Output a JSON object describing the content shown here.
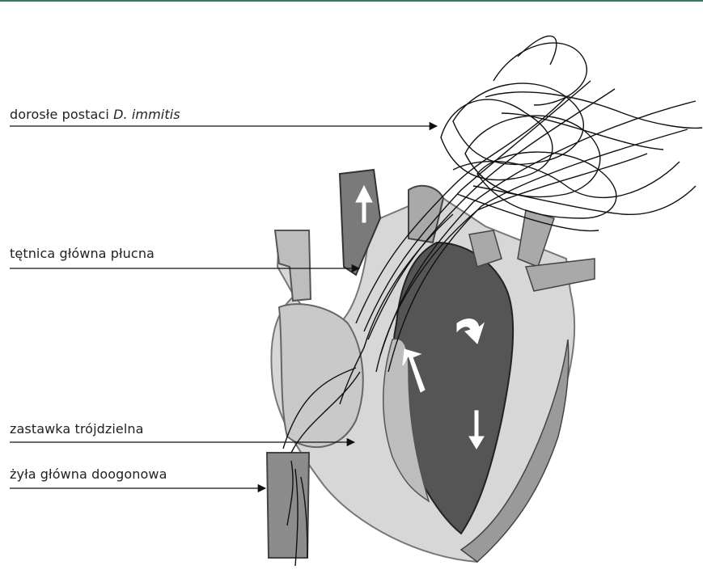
{
  "colors": {
    "top_rule": "#2e7d5b",
    "line": "#111111",
    "heart_dark": "#555555",
    "heart_mid": "#9a9a9a",
    "heart_light": "#d7d7d7",
    "text": "#222222"
  },
  "labels": {
    "worms_prefix": "dorosłe postaci ",
    "worms_species": "D. immitis",
    "pulmonary_artery": "tętnica główna płucna",
    "tricuspid_valve": "zastawka trójdzielna",
    "vena_cava": "żyła główna doogonowa"
  }
}
